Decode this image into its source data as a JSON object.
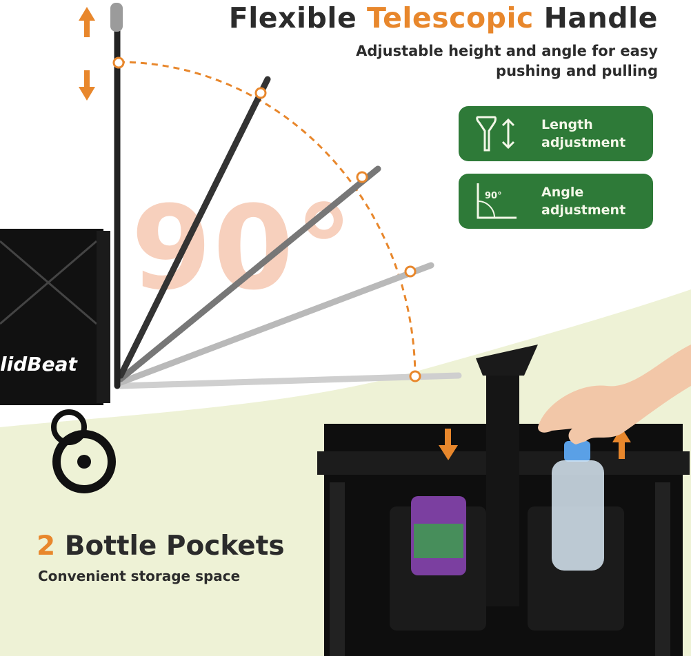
{
  "header": {
    "title_part1": "Flexible",
    "title_accent": "Telescopic",
    "title_part2": "Handle",
    "subtitle": "Adjustable height and angle for easy pushing and pulling"
  },
  "features": [
    {
      "label_line1": "Length",
      "label_line2": "adjustment",
      "icon": "length-adjust-icon"
    },
    {
      "label_line1": "Angle",
      "label_line2": "adjustment",
      "icon": "angle-icon",
      "icon_text": "90°"
    }
  ],
  "angle_graphic": {
    "text": "90°"
  },
  "brand": {
    "text": "lidBeat"
  },
  "pockets": {
    "count": "2",
    "title_rest": "Bottle Pockets",
    "subtitle": "Convenient storage space"
  },
  "colors": {
    "accent": "#e8872c",
    "feature_bg": "#2e7a38",
    "text": "#2b2b2b",
    "background_green": "#eef2d6"
  }
}
